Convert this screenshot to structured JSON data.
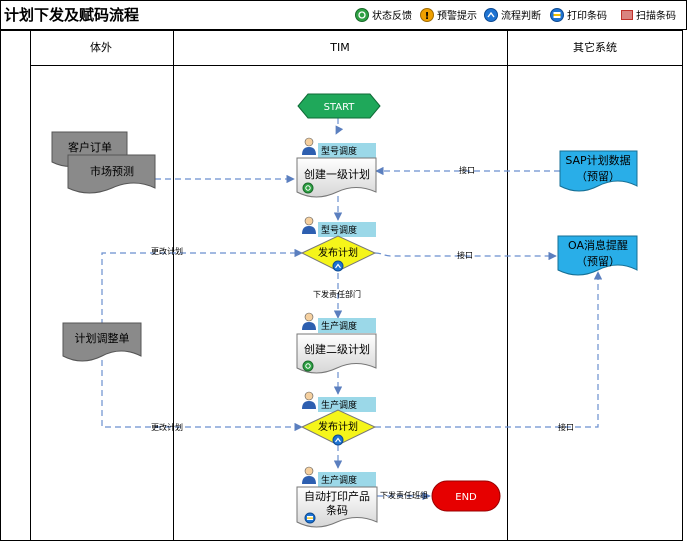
{
  "title": "计划下发及赋码流程",
  "legend": [
    {
      "label": "状态反馈",
      "icon": "status-feedback-icon",
      "color": "#2ea043"
    },
    {
      "label": "预警提示",
      "icon": "warning-icon",
      "color": "#f0a000"
    },
    {
      "label": "流程判断",
      "icon": "flow-decision-icon",
      "color": "#1e73d2"
    },
    {
      "label": "打印条码",
      "icon": "print-barcode-icon",
      "color": "#1e73d2"
    },
    {
      "label": "扫描条码",
      "icon": "scan-barcode-icon",
      "color": "#c0302a"
    }
  ],
  "lanes": {
    "external": "体外",
    "tim": "TIM",
    "other": "其它系统"
  },
  "nodes": {
    "start": "START",
    "end": "END",
    "customer_order": "客户订单",
    "market_forecast": "市场预测",
    "plan_adjust": "计划调整单",
    "create_l1": "创建一级计划",
    "publish1": "发布计划",
    "create_l2": "创建二级计划",
    "publish2": "发布计划",
    "print_line1": "自动打印产品",
    "print_line2": "条码",
    "sap_line1": "SAP计划数据",
    "sap_line2": "（预留）",
    "oa_line1": "OA消息提醒",
    "oa_line2": "（预留）"
  },
  "roles": {
    "r1": "型号调度",
    "r2": "型号调度",
    "r3": "生产调度",
    "r4": "生产调度",
    "r5": "生产调度"
  },
  "edge_labels": {
    "interface1": "接口",
    "interface2": "接口",
    "interface3": "接口",
    "change1": "更改计划",
    "change2": "更改计划",
    "dispatch_dept": "下发责任部门",
    "dispatch_team": "下发责任班组"
  }
}
